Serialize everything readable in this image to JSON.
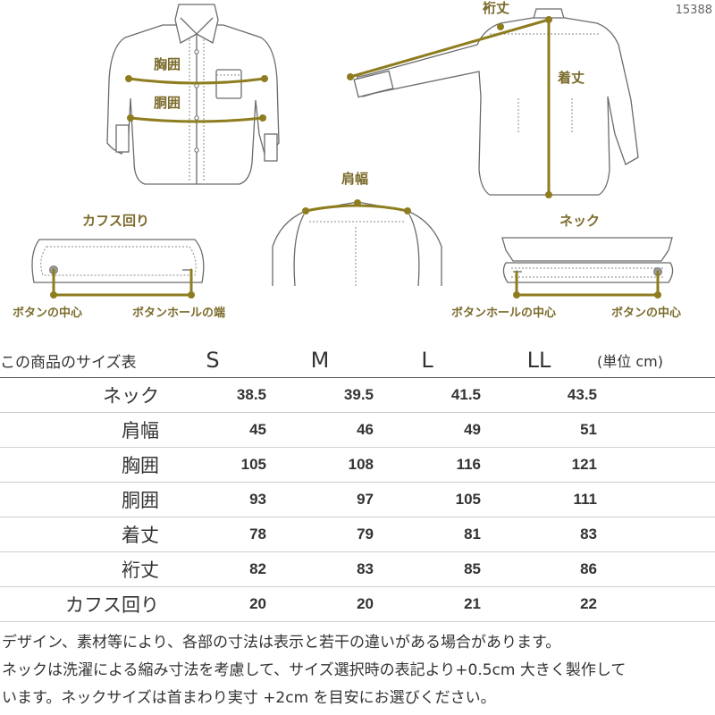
{
  "product_code": "15388",
  "diagram_labels": {
    "chest": "胸囲",
    "waist": "胴囲",
    "sleeve": "裄丈",
    "length": "着丈",
    "shoulder": "肩幅",
    "cuff": "カフス回り",
    "neck": "ネック",
    "cuff_left_note": "ボタンの中心",
    "cuff_right_note": "ボタンホールの端",
    "neck_left_note": "ボタンホールの中心",
    "neck_right_note": "ボタンの中心"
  },
  "size_table": {
    "caption": "この商品のサイズ表",
    "unit": "(単位 cm)",
    "sizes": [
      "S",
      "M",
      "L",
      "LL"
    ],
    "rows": [
      {
        "label": "ネック",
        "values": [
          "38.5",
          "39.5",
          "41.5",
          "43.5"
        ]
      },
      {
        "label": "肩幅",
        "values": [
          "45",
          "46",
          "49",
          "51"
        ]
      },
      {
        "label": "胸囲",
        "values": [
          "105",
          "108",
          "116",
          "121"
        ]
      },
      {
        "label": "胴囲",
        "values": [
          "93",
          "97",
          "105",
          "111"
        ]
      },
      {
        "label": "着丈",
        "values": [
          "78",
          "79",
          "81",
          "83"
        ]
      },
      {
        "label": "裄丈",
        "values": [
          "82",
          "83",
          "85",
          "86"
        ]
      },
      {
        "label": "カフス回り",
        "values": [
          "20",
          "20",
          "21",
          "22"
        ]
      }
    ]
  },
  "notes": [
    "デザイン、素材等により、各部の寸法は表示と若干の違いがある場合があります。",
    "ネックは洗濯による縮み寸法を考慮して、サイズ選択時の表記より+0.5cm 大きく製作して",
    "います。ネックサイズは首まわり実寸 +2cm を目安にお選びください。"
  ],
  "colors": {
    "accent": "#8e7d1f",
    "label": "#7a6a2a",
    "outline": "#6b6b6b",
    "text": "#333333"
  }
}
